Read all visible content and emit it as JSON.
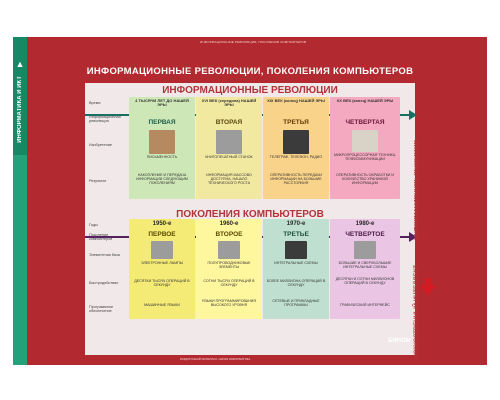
{
  "poster": {
    "side_title": "ИНФОРМАТИКА И ИКТ",
    "top_line": "ИНФОРМАЦИОННЫЕ РЕВОЛЮЦИИ, ПОКОЛЕНИЯ КОМПЬЮТЕРОВ",
    "main_title": "ИНФОРМАЦИОННЫЕ РЕВОЛЮЦИИ, ПОКОЛЕНИЯ КОМПЬЮТЕРОВ",
    "bottom_note": "РАЗДАТОЧНЫЙ МАТЕРИАЛ. СЕРИЯ ИНФОРМАТИКА",
    "logo": "БИНОМ"
  },
  "revolutions": {
    "title": "ИНФОРМАЦИОННЫЕ РЕВОЛЮЦИИ",
    "row_labels": {
      "time": "Время",
      "name": "Информационная революция",
      "invention": "Изобретение",
      "result": "Результат"
    },
    "right_label": "ИНФОРМАЦИОННОЕ ОБЩЕСТВО",
    "columns": [
      {
        "time": "4 ТЫСЯЧИ ЛЕТ ДО НАШЕЙ ЭРЫ",
        "name": "ПЕРВАЯ",
        "invention": "ПИСЬМЕННОСТЬ",
        "result": "НАКОПЛЕНИЕ И ПЕРЕДАЧА ИНФОРМАЦИИ СЛЕДУЮЩИМ ПОКОЛЕНИЯМ"
      },
      {
        "time": "XVI ВЕК (середина) НАШЕЙ ЭРЫ",
        "name": "ВТОРАЯ",
        "invention": "КНИГОПЕЧАТНЫЙ СТАНОК",
        "result": "ИНФОРМАЦИЯ МАССОВО ДОСТУПНА, НАЧАЛО ТЕХНИЧЕСКОГО РОСТА"
      },
      {
        "time": "XIX ВЕК (конец) НАШЕЙ ЭРЫ",
        "name": "ТРЕТЬЯ",
        "invention": "ТЕЛЕГРАФ, ТЕЛЕФОН, РАДИО",
        "result": "ОПЕРАТИВНОСТЬ ПЕРЕДАЧИ ИНФОРМАЦИИ НА БОЛЬШИЕ РАССТОЯНИЯ"
      },
      {
        "time": "XX ВЕК (конец) НАШЕЙ ЭРЫ",
        "name": "ЧЕТВЕРТАЯ",
        "invention": "МИКРОПРОЦЕССОРНАЯ ТЕХНИКА, ТЕЛЕКОММУНИКАЦИИ",
        "result": "ОПЕРАТИВНОСТЬ ОБРАБОТКИ И КОЛИЧЕСТВО ХРАНИМОЙ ИНФОРМАЦИИ"
      }
    ]
  },
  "generations": {
    "title": "ПОКОЛЕНИЯ КОМПЬЮТЕРОВ",
    "row_labels": {
      "years": "Годы",
      "name": "Поколение компьютеров",
      "base": "Элементная база",
      "speed": "Быстродействие",
      "software": "Программное обеспечение"
    },
    "right_label": "ИСКУССТВЕННЫЙ ИНТЕЛЛЕКТ",
    "columns": [
      {
        "years": "1950-е",
        "name": "ПЕРВОЕ",
        "base": "ЭЛЕКТРОННЫЕ ЛАМПЫ",
        "speed": "ДЕСЯТКИ ТЫСЯЧ ОПЕРАЦИЙ В СЕКУНДУ",
        "software": "МАШИННЫЕ ЯЗЫКИ"
      },
      {
        "years": "1960-е",
        "name": "ВТОРОЕ",
        "base": "ПОЛУПРОВОДНИКОВЫЕ ЭЛЕМЕНТЫ",
        "speed": "СОТНИ ТЫСЯЧ ОПЕРАЦИЙ В СЕКУНДУ",
        "software": "ЯЗЫКИ ПРОГРАММИРОВАНИЯ ВЫСОКОГО УРОВНЯ"
      },
      {
        "years": "1970-е",
        "name": "ТРЕТЬЕ",
        "base": "ИНТЕГРАЛЬНЫЕ СХЕМЫ",
        "speed": "БОЛЕЕ МИЛЛИОНА ОПЕРАЦИЙ В СЕКУНДУ",
        "software": "СЕТЕВЫЕ И ПРИКЛАДНЫЕ ПРОГРАММЫ"
      },
      {
        "years": "1980-е",
        "name": "ЧЕТВЕРТОЕ",
        "base": "БОЛЬШИЕ И СВЕРХБОЛЬШИЕ ИНТЕГРАЛЬНЫЕ СХЕМЫ",
        "speed": "ДЕСЯТКИ И СОТНИ МИЛЛИОНОВ ОПЕРАЦИЙ В СЕКУНДУ",
        "software": "ГРАФИЧЕСКИЙ ИНТЕРФЕЙС"
      }
    ]
  }
}
